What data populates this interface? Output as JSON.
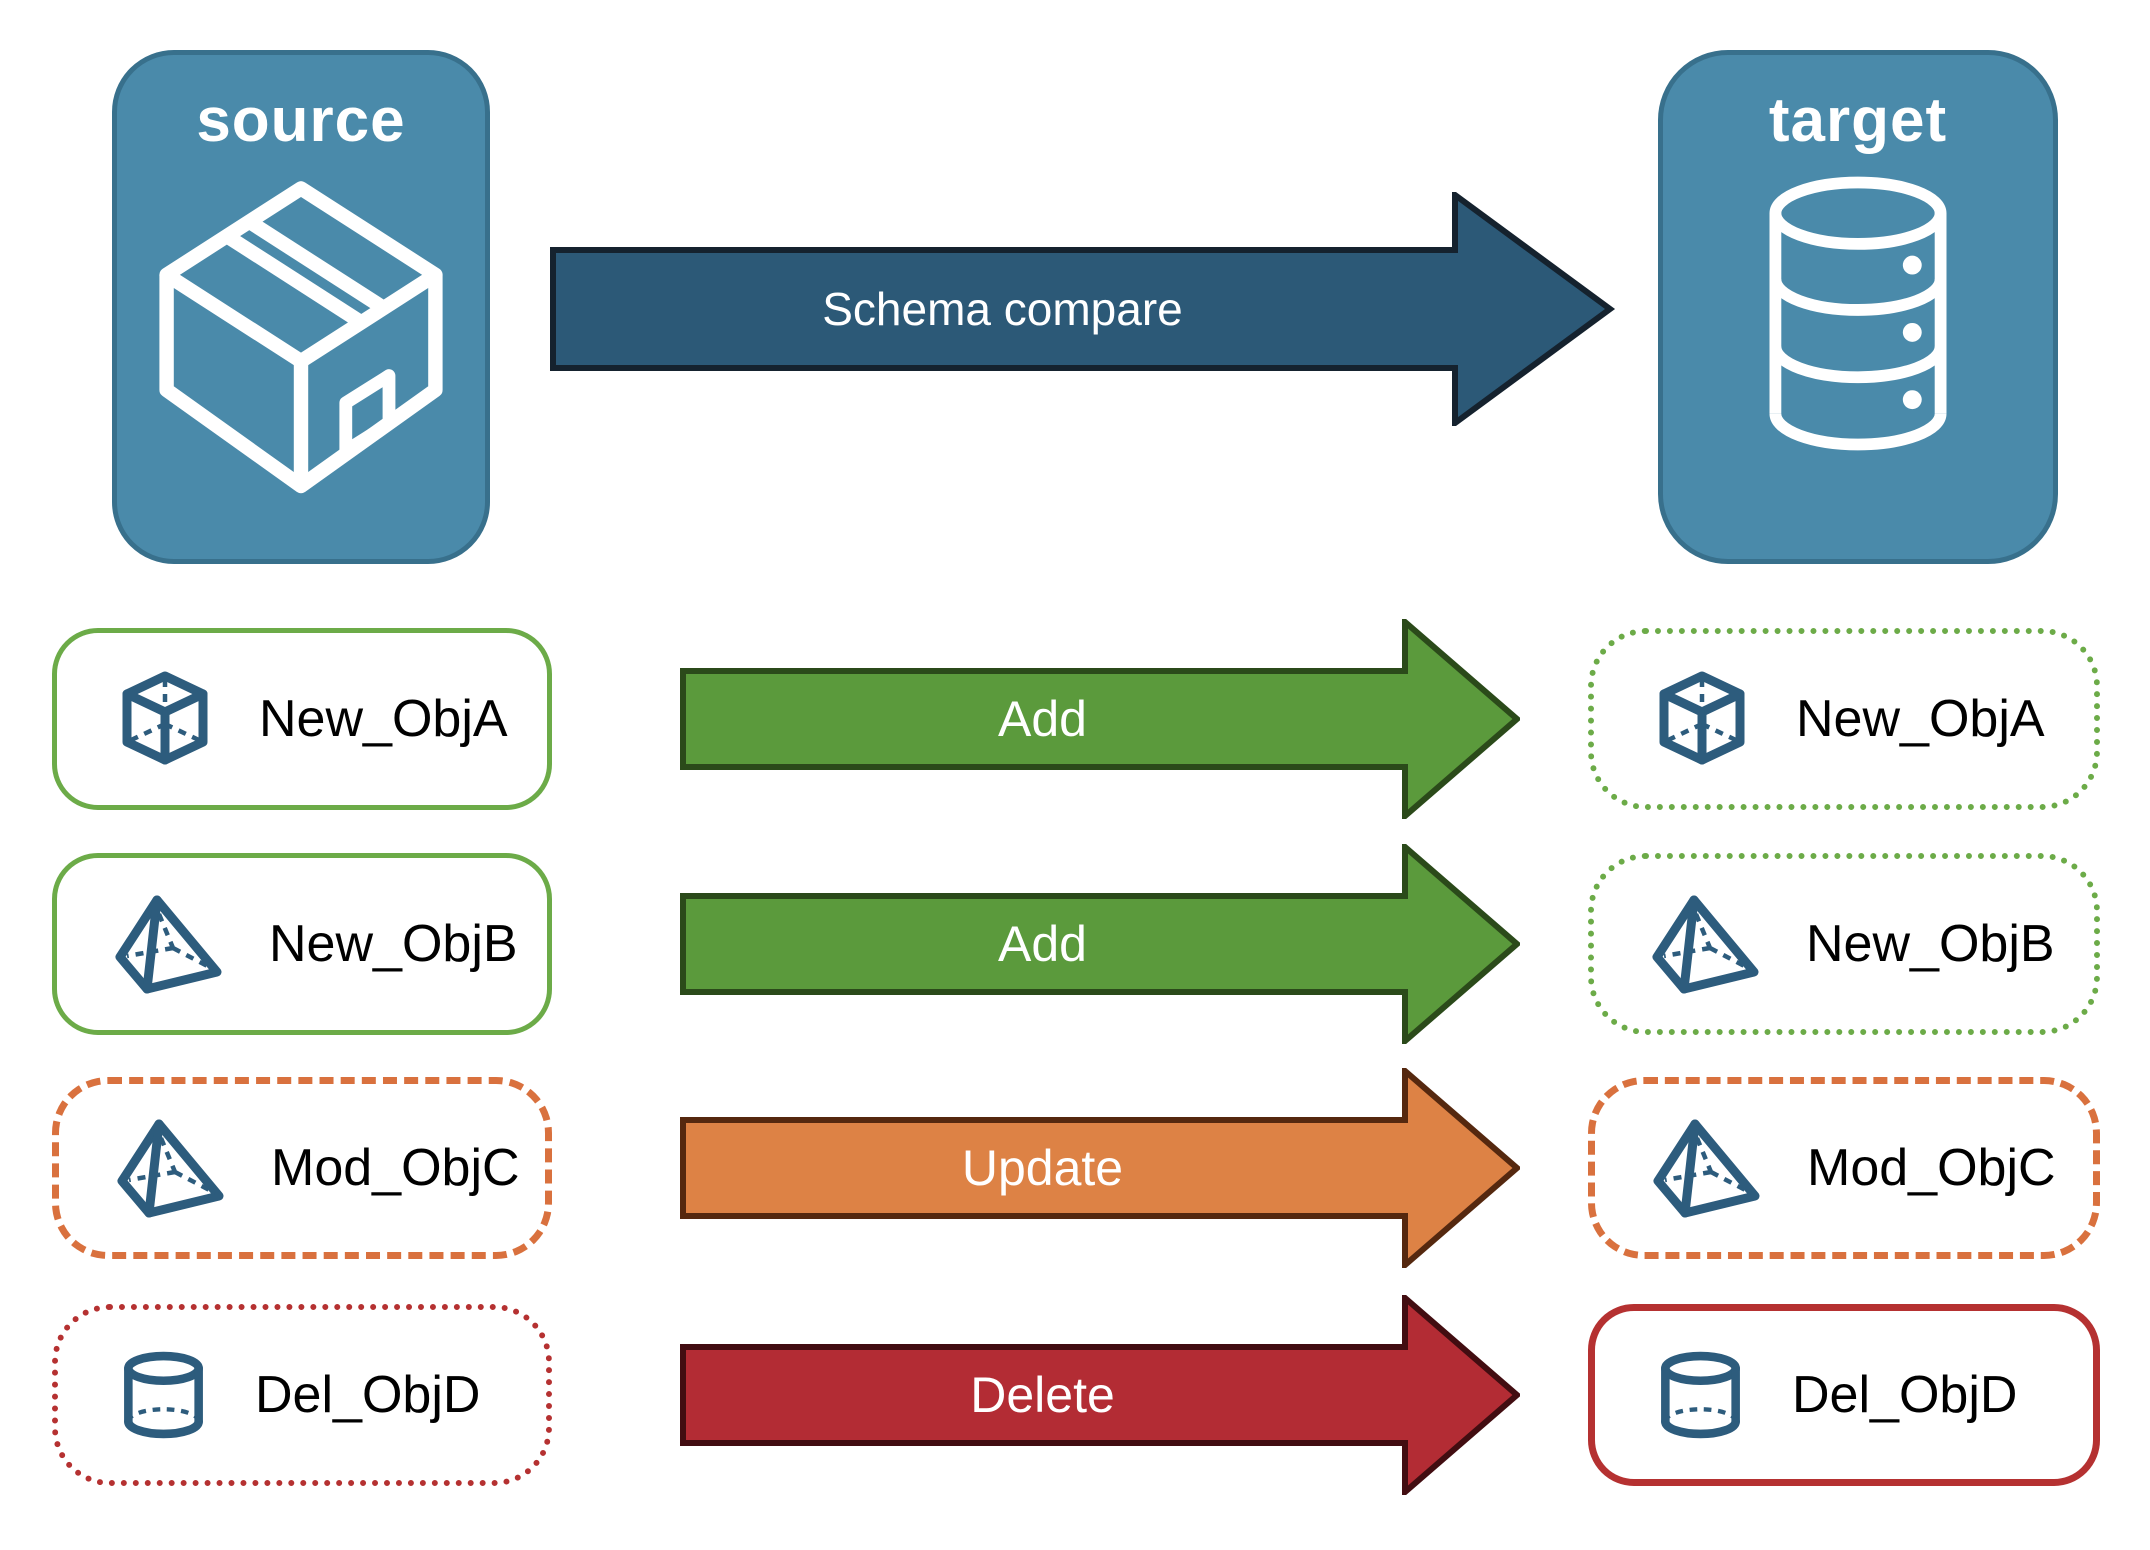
{
  "header": {
    "source_label": "source",
    "target_label": "target",
    "main_arrow_label": "Schema compare"
  },
  "rows": [
    {
      "object": "New_ObjA",
      "action": "Add",
      "icon": "cube-icon",
      "source_box_border": "solid-green",
      "target_box_border": "dotted-green"
    },
    {
      "object": "New_ObjB",
      "action": "Add",
      "icon": "pyramid-icon",
      "source_box_border": "solid-green",
      "target_box_border": "dotted-green"
    },
    {
      "object": "Mod_ObjC",
      "action": "Update",
      "icon": "pyramid-icon",
      "source_box_border": "dashed-orange",
      "target_box_border": "dashed-orange"
    },
    {
      "object": "Del_ObjD",
      "action": "Delete",
      "icon": "cylinder-icon",
      "source_box_border": "dotted-red",
      "target_box_border": "solid-red"
    }
  ],
  "colors": {
    "node_fill": "#4A8AAA",
    "node_border": "#38708C",
    "object_icon_blue": "#2D5C7D",
    "main_arrow_fill": "#2C5977",
    "add_arrow_fill": "#5B9A3C",
    "update_arrow_fill": "#DD8245",
    "delete_arrow_fill": "#B32C34",
    "green_border": "#6CAB48",
    "orange_border": "#D9713E",
    "red_border": "#B53131"
  }
}
